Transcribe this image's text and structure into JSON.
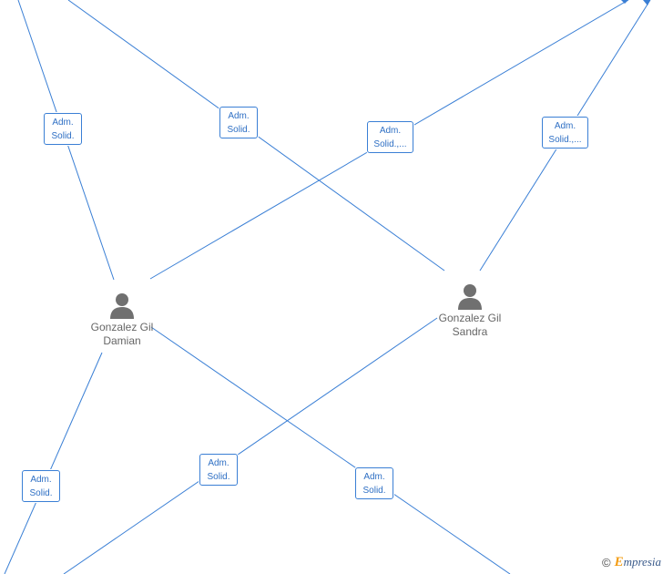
{
  "persons": [
    {
      "id": "p1",
      "name_line1": "Gonzalez Gil",
      "name_line2": "Damian"
    },
    {
      "id": "p2",
      "name_line1": "Gonzalez Gil",
      "name_line2": "Sandra"
    }
  ],
  "roles": [
    {
      "line1": "Adm.",
      "line2": "Solid."
    },
    {
      "line1": "Adm.",
      "line2": "Solid."
    },
    {
      "line1": "Adm.",
      "line2": "Solid.,..."
    },
    {
      "line1": "Adm.",
      "line2": "Solid.,..."
    },
    {
      "line1": "Adm.",
      "line2": "Solid."
    },
    {
      "line1": "Adm.",
      "line2": "Solid."
    },
    {
      "line1": "Adm.",
      "line2": "Solid."
    }
  ],
  "copyright": {
    "symbol": "©",
    "brand_initial": "E",
    "brand_rest": "mpresia"
  },
  "colors": {
    "edge": "#3a7fd5",
    "person_icon": "#707070",
    "text": "#666666"
  }
}
